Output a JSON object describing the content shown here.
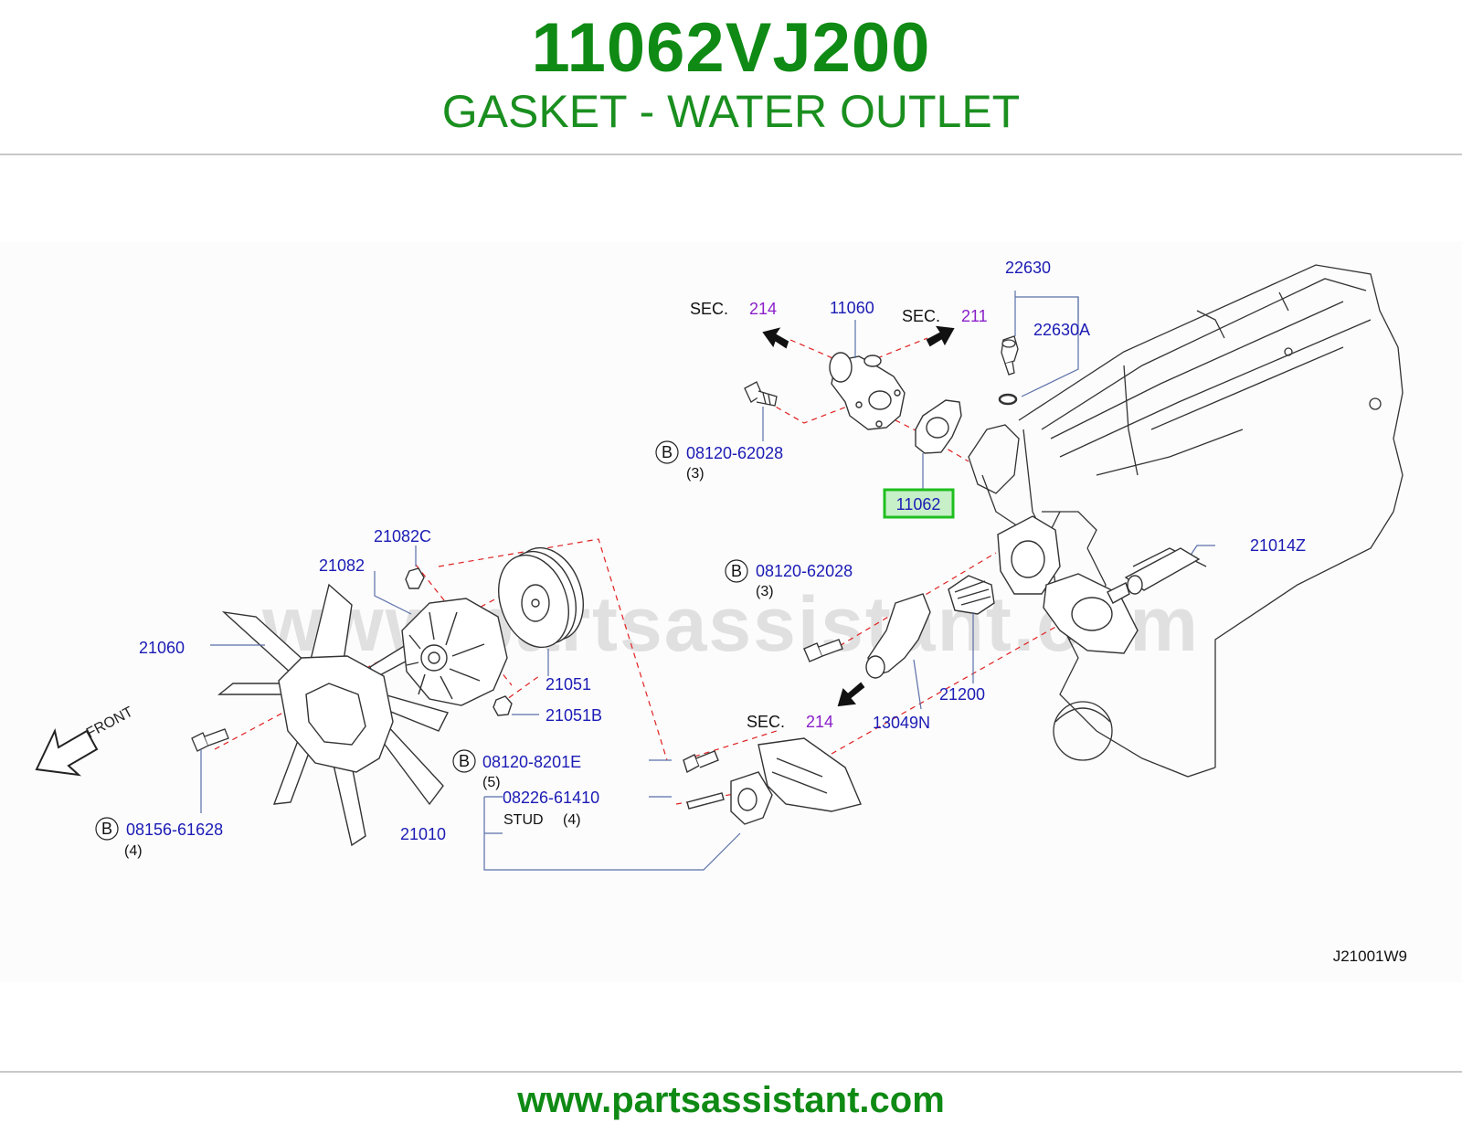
{
  "header": {
    "part_number": "11062VJ200",
    "part_name": "GASKET - WATER OUTLET"
  },
  "diagram": {
    "code": "J21001W9",
    "watermark": "www.partsassistant.com",
    "front_label": "FRONT",
    "highlight_color": "#1fbf1f",
    "callout_color": "#1b1bb5",
    "section_color": "#8a1fc9",
    "sections": [
      {
        "prefix": "SEC.",
        "number": "214"
      },
      {
        "prefix": "SEC.",
        "number": "211"
      },
      {
        "prefix": "SEC.",
        "number": "214"
      }
    ],
    "callouts": {
      "p22630": "22630",
      "p22630A": "22630A",
      "p11060": "11060",
      "p11062": "11062",
      "p21014Z": "21014Z",
      "p21082C": "21082C",
      "p21082": "21082",
      "p21060": "21060",
      "p21051": "21051",
      "p21051B": "21051B",
      "p21200": "21200",
      "p13049N": "13049N",
      "p21010": "21010"
    },
    "bolts": [
      {
        "marker": "B",
        "code": "08120-62028",
        "qty": "(3)"
      },
      {
        "marker": "B",
        "code": "08120-62028",
        "qty": "(3)"
      },
      {
        "marker": "B",
        "code": "08120-8201E",
        "qty": "(5)"
      },
      {
        "marker": "B",
        "code": "08156-61628",
        "qty": "(4)"
      }
    ],
    "stud": {
      "code": "08226-61410",
      "label": "STUD",
      "qty": "(4)"
    }
  },
  "footer": {
    "url": "www.partsassistant.com"
  }
}
